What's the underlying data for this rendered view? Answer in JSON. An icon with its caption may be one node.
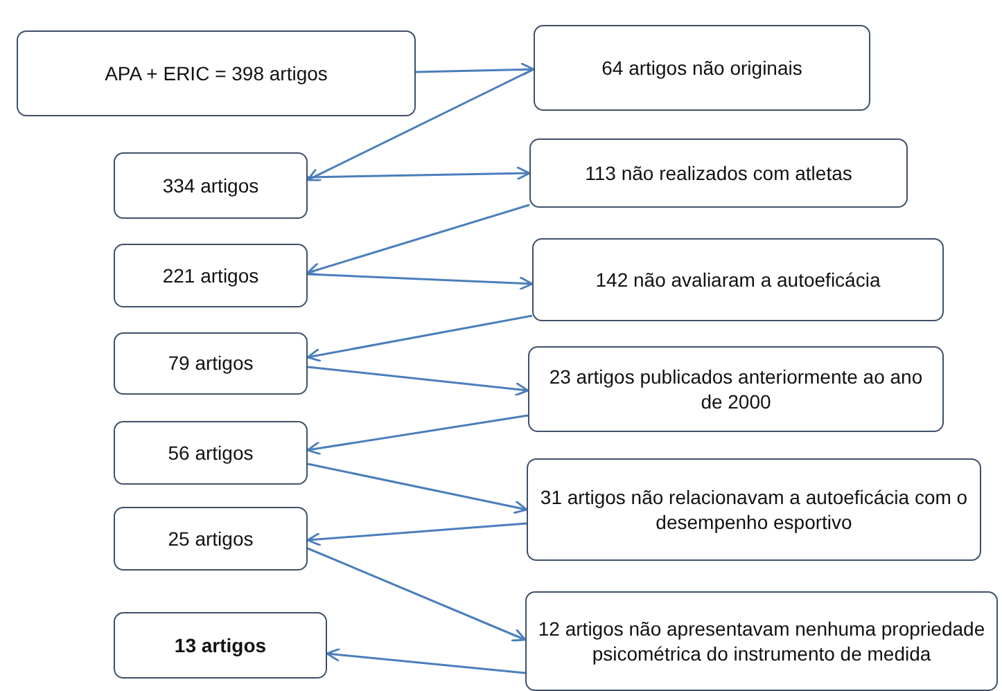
{
  "diagram": {
    "nodes": [
      {
        "text": [
          "APA + ERIC = 398 artigos"
        ]
      },
      {
        "text": [
          "64 artigos não originais"
        ]
      },
      {
        "text": [
          "334 artigos"
        ]
      },
      {
        "text": [
          "113 não realizados com atletas"
        ]
      },
      {
        "text": [
          "221 artigos"
        ]
      },
      {
        "text": [
          "142 não avaliaram a autoeficácia"
        ]
      },
      {
        "text": [
          "79 artigos"
        ]
      },
      {
        "text": [
          "23 artigos publicados anteriormente ao ano de 2000"
        ]
      },
      {
        "text": [
          "56 artigos"
        ]
      },
      {
        "text": [
          "31 artigos não relacionavam a autoeficácia com o desempenho esportivo"
        ]
      },
      {
        "text": [
          "25 artigos"
        ]
      },
      {
        "text": [
          "12 artigos não apresentavam nenhuma propriedade psicométrica do instrumento de medida"
        ]
      },
      {
        "text": [
          "13 artigos"
        ]
      }
    ],
    "edges": [
      {
        "from": 0,
        "to": 1,
        "arrow": "to"
      },
      {
        "from": 1,
        "to": 2,
        "arrow": "to"
      },
      {
        "from": 2,
        "to": 3,
        "arrow": "to"
      },
      {
        "from": 3,
        "to": 4,
        "arrow": "to"
      },
      {
        "from": 4,
        "to": 5,
        "arrow": "to"
      },
      {
        "from": 5,
        "to": 6,
        "arrow": "to"
      },
      {
        "from": 6,
        "to": 7,
        "arrow": "to"
      },
      {
        "from": 7,
        "to": 8,
        "arrow": "to"
      },
      {
        "from": 8,
        "to": 9,
        "arrow": "to"
      },
      {
        "from": 9,
        "to": 10,
        "arrow": "to"
      },
      {
        "from": 10,
        "to": 11,
        "arrow": "to"
      },
      {
        "from": 11,
        "to": 12,
        "arrow": "to"
      }
    ]
  }
}
